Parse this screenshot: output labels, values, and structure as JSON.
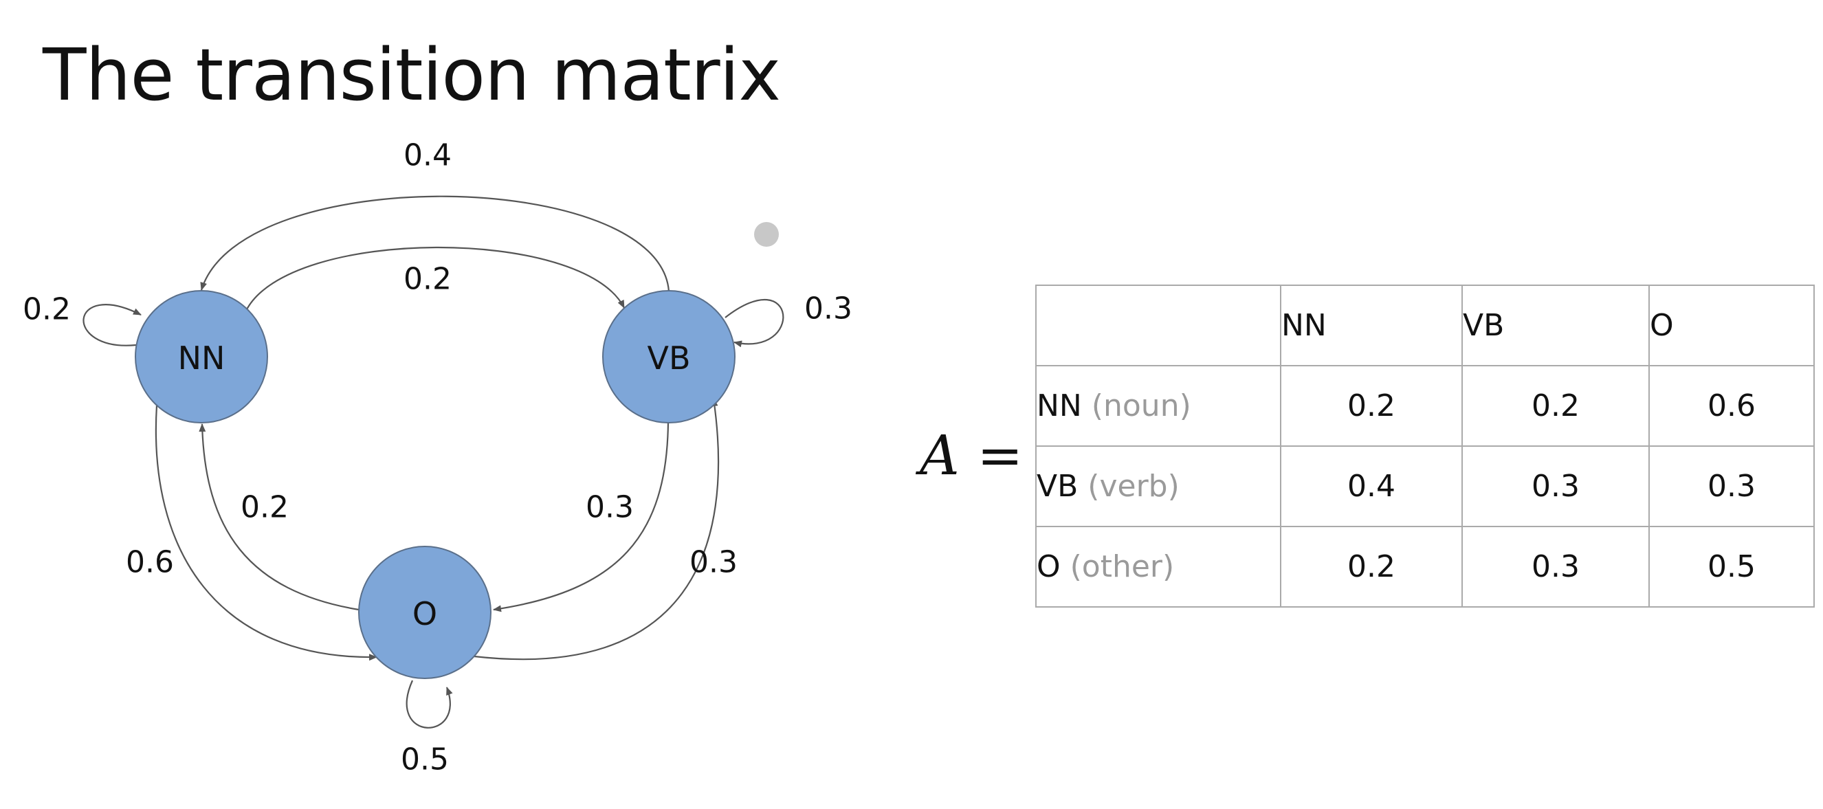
{
  "title": "The transition matrix",
  "diagram": {
    "node_color": "#7ea6d8",
    "node_stroke": "#5a6f8a",
    "nodes": [
      {
        "id": "NN",
        "label": "NN"
      },
      {
        "id": "VB",
        "label": "VB"
      },
      {
        "id": "O",
        "label": "O"
      }
    ],
    "edges": [
      {
        "from": "VB",
        "to": "NN",
        "prob": "0.4"
      },
      {
        "from": "NN",
        "to": "VB",
        "prob": "0.2"
      },
      {
        "from": "NN",
        "to": "NN",
        "prob": "0.2"
      },
      {
        "from": "VB",
        "to": "VB",
        "prob": "0.3"
      },
      {
        "from": "O",
        "to": "NN",
        "prob": "0.2"
      },
      {
        "from": "VB",
        "to": "O",
        "prob": "0.3"
      },
      {
        "from": "NN",
        "to": "O",
        "prob": "0.6"
      },
      {
        "from": "O",
        "to": "VB",
        "prob": "0.3"
      },
      {
        "from": "O",
        "to": "O",
        "prob": "0.5"
      }
    ]
  },
  "matrix": {
    "variable": "A",
    "equals": "=",
    "col_headers": [
      "NN",
      "VB",
      "O"
    ],
    "rows": [
      {
        "tag": "NN",
        "desc": "(noun)",
        "values": [
          "0.2",
          "0.2",
          "0.6"
        ]
      },
      {
        "tag": "VB",
        "desc": "(verb)",
        "values": [
          "0.4",
          "0.3",
          "0.3"
        ]
      },
      {
        "tag": "O",
        "desc": "(other)",
        "values": [
          "0.2",
          "0.3",
          "0.5"
        ]
      }
    ]
  }
}
